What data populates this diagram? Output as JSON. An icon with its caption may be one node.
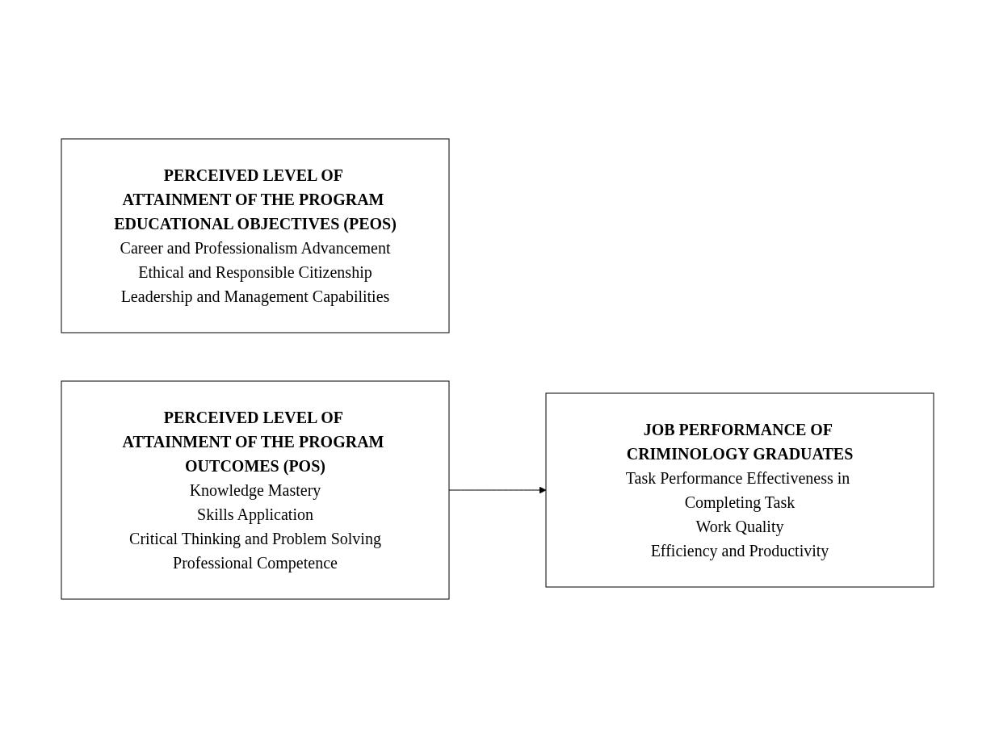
{
  "diagram": {
    "nodes": [
      {
        "text": [
          "PERCEIVED LEVEL OF ATTAINMENT OF THE PROGRAM EDUCATIONAL OBJECTIVES (PEOS)",
          "Career and Professionalism Advancement",
          "Ethical and Responsible Citizenship",
          "Leadership and Management Capabilities"
        ]
      },
      {
        "text": [
          "PERCEIVED LEVEL OF ATTAINMENT OF THE PROGRAM OUTCOMES (POS)",
          "Knowledge Mastery",
          "Skills Application",
          "Critical Thinking and Problem Solving",
          "Professional Competence"
        ]
      },
      {
        "text": [
          "JOB PERFORMANCE OF CRIMINOLOGY GRADUATES",
          "Task Performance Effectiveness in Completing Task",
          "Work Quality",
          "Efficiency and Productivity"
        ]
      }
    ],
    "edges": [
      {
        "from": 1,
        "to": 2,
        "arrow": "to"
      }
    ]
  }
}
